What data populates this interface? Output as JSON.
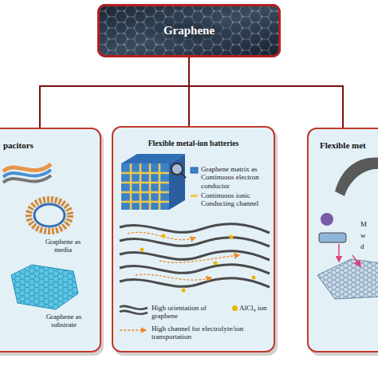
{
  "diagram": {
    "nodes": [
      {
        "text": [
          "Graphene"
        ]
      },
      {
        "text": [
          "pacitors"
        ]
      },
      {
        "text": [
          "Flexible metal-ion batteries"
        ]
      },
      {
        "text": [
          "Flexible met"
        ]
      }
    ],
    "edges": [
      {
        "from": 0,
        "to": 1,
        "arrow": "none"
      },
      {
        "from": 0,
        "to": 2,
        "arrow": "none"
      },
      {
        "from": 0,
        "to": 3,
        "arrow": "none"
      }
    ],
    "labels": [
      "Graphene as media",
      "Graphene as substrate",
      "Graphene matrix as Continuous electron conductor",
      "Continuous ionic Conducting channel",
      "M",
      "w",
      "d"
    ],
    "legend": [
      {
        "text": "High orientation of graphene"
      },
      {
        "text": "AlCl₄ ion",
        "color": "#f0b400"
      },
      {
        "text": "High channel for electrolyte/ion transportation"
      }
    ]
  }
}
